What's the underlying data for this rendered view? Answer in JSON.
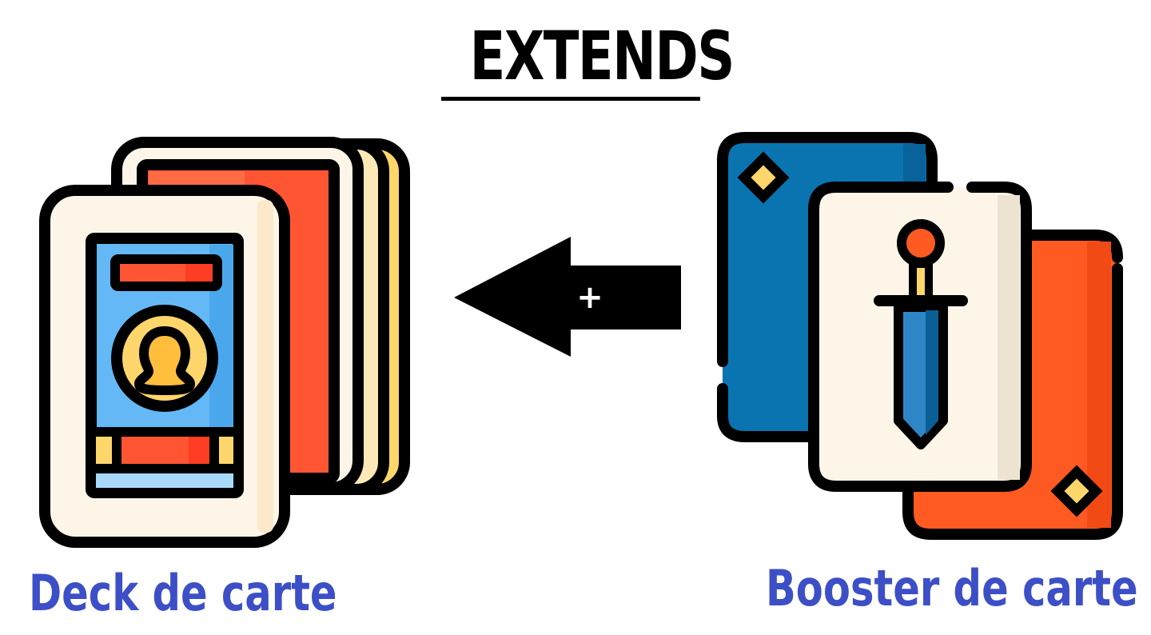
{
  "title": "EXTENDS",
  "arrow": {
    "symbol": "+"
  },
  "left": {
    "label": "Deck de carte",
    "icon": "card-deck-icon"
  },
  "right": {
    "label": "Booster de carte",
    "icon": "card-booster-icon"
  },
  "colors": {
    "label": "#3d4fc6",
    "outline": "#000000",
    "card_cream": "#fdf6e8",
    "card_red": "#ff5533",
    "card_blue": "#0a74b0",
    "card_orange": "#ff5a22",
    "card_light_blue": "#64b8f5",
    "yellow": "#ffd66b"
  }
}
